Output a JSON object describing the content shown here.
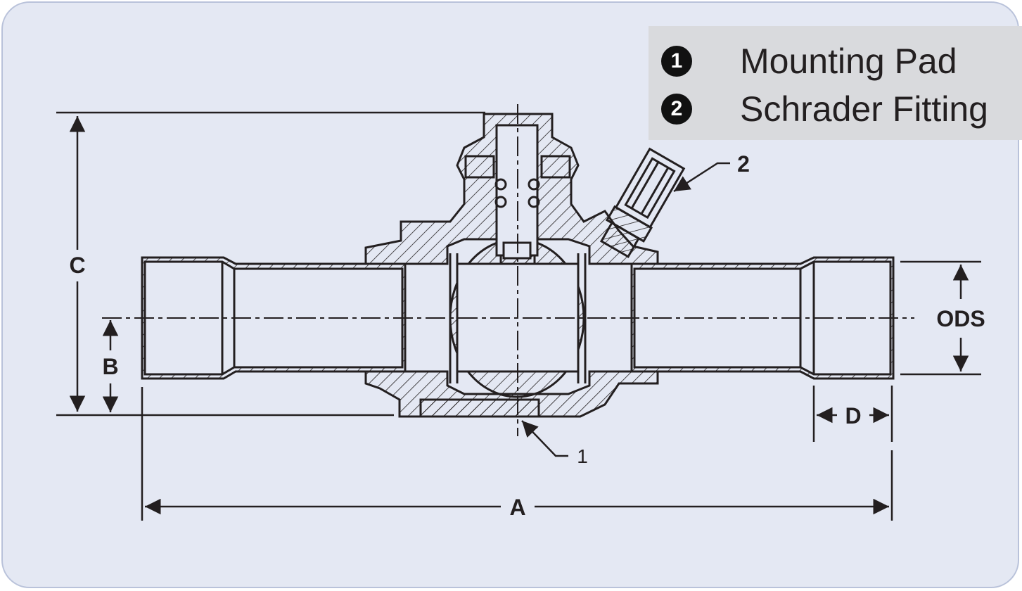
{
  "legend": {
    "items": [
      {
        "number": "1",
        "label": "Mounting Pad"
      },
      {
        "number": "2",
        "label": "Schrader Fitting"
      }
    ]
  },
  "dimensions": {
    "a": "A",
    "b": "B",
    "c": "C",
    "d": "D",
    "ods": "ODS"
  },
  "callouts": {
    "one": "1",
    "two": "2"
  },
  "colors": {
    "background": "#e4e8f3",
    "border": "#b9c2da",
    "legend_bg": "#d9dadd",
    "ink": "#231f20"
  }
}
